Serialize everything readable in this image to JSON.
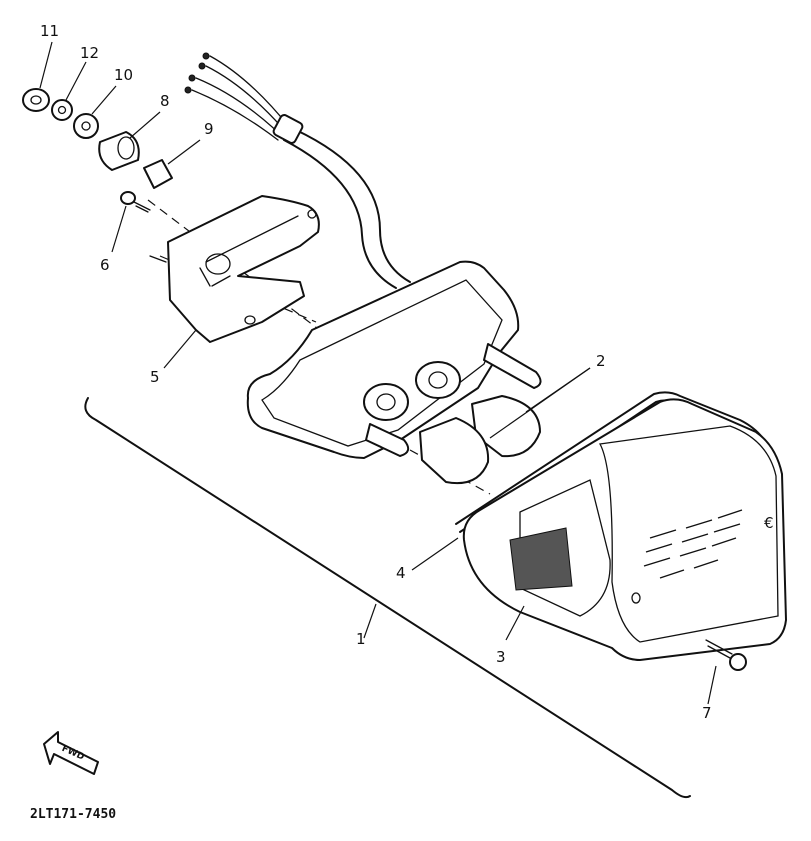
{
  "diagram": {
    "part_code": "2LT171-7450",
    "fwd_label": "FWD",
    "callouts": [
      {
        "id": "c1",
        "label": "1"
      },
      {
        "id": "c2",
        "label": "2"
      },
      {
        "id": "c3",
        "label": "3"
      },
      {
        "id": "c4",
        "label": "4"
      },
      {
        "id": "c5",
        "label": "5"
      },
      {
        "id": "c6",
        "label": "6"
      },
      {
        "id": "c7",
        "label": "7"
      },
      {
        "id": "c8",
        "label": "8"
      },
      {
        "id": "c9",
        "label": "9"
      },
      {
        "id": "c10",
        "label": "10"
      },
      {
        "id": "c11",
        "label": "11"
      },
      {
        "id": "c12",
        "label": "12"
      }
    ]
  }
}
